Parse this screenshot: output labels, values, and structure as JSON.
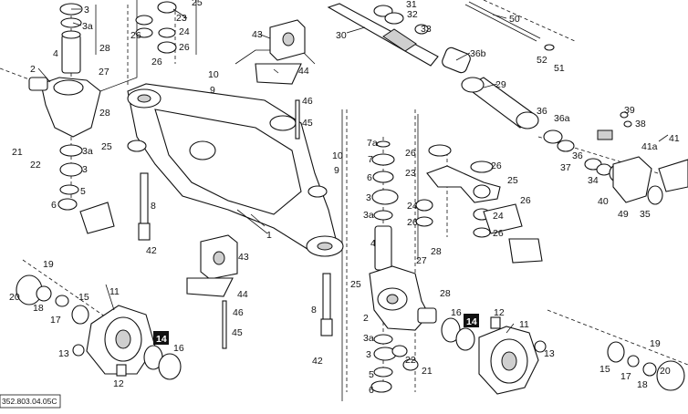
{
  "diagram": {
    "reference_code": "352.803.04.05C",
    "highlight_labels": [
      "14",
      "14"
    ],
    "callouts": [
      {
        "id": "c-3-a",
        "text": "3"
      },
      {
        "id": "c-3a-a",
        "text": "3a"
      },
      {
        "id": "c-4-a",
        "text": "4"
      },
      {
        "id": "c-2-a",
        "text": "2"
      },
      {
        "id": "c-28-a",
        "text": "28"
      },
      {
        "id": "c-27-a",
        "text": "27"
      },
      {
        "id": "c-26-a",
        "text": "26"
      },
      {
        "id": "c-23-a",
        "text": "23"
      },
      {
        "id": "c-24-a",
        "text": "24"
      },
      {
        "id": "c-25-a",
        "text": "25"
      },
      {
        "id": "c-26-b",
        "text": "26"
      },
      {
        "id": "c-26-c",
        "text": "26"
      },
      {
        "id": "c-28-b",
        "text": "28"
      },
      {
        "id": "c-21-a",
        "text": "21"
      },
      {
        "id": "c-22-a",
        "text": "22"
      },
      {
        "id": "c-3a-b",
        "text": "3a"
      },
      {
        "id": "c-25-b",
        "text": "25"
      },
      {
        "id": "c-3-b",
        "text": "3"
      },
      {
        "id": "c-5-a",
        "text": "5"
      },
      {
        "id": "c-6-a",
        "text": "6"
      },
      {
        "id": "c-8-a",
        "text": "8"
      },
      {
        "id": "c-42-a",
        "text": "42"
      },
      {
        "id": "c-43-a",
        "text": "43"
      },
      {
        "id": "c-44-a",
        "text": "44"
      },
      {
        "id": "c-10-a",
        "text": "10"
      },
      {
        "id": "c-9-a",
        "text": "9"
      },
      {
        "id": "c-46-a",
        "text": "46"
      },
      {
        "id": "c-45-a",
        "text": "45"
      },
      {
        "id": "c-30",
        "text": "30"
      },
      {
        "id": "c-31",
        "text": "31"
      },
      {
        "id": "c-32",
        "text": "32"
      },
      {
        "id": "c-33",
        "text": "33"
      },
      {
        "id": "c-50",
        "text": "50"
      },
      {
        "id": "c-36b",
        "text": "36b"
      },
      {
        "id": "c-52",
        "text": "52"
      },
      {
        "id": "c-51",
        "text": "51"
      },
      {
        "id": "c-29",
        "text": "29"
      },
      {
        "id": "c-36-a",
        "text": "36"
      },
      {
        "id": "c-36a",
        "text": "36a"
      },
      {
        "id": "c-39",
        "text": "39"
      },
      {
        "id": "c-38",
        "text": "38"
      },
      {
        "id": "c-41",
        "text": "41"
      },
      {
        "id": "c-41a",
        "text": "41a"
      },
      {
        "id": "c-37",
        "text": "37"
      },
      {
        "id": "c-36-b",
        "text": "36"
      },
      {
        "id": "c-34",
        "text": "34"
      },
      {
        "id": "c-40",
        "text": "40"
      },
      {
        "id": "c-49",
        "text": "49"
      },
      {
        "id": "c-35",
        "text": "35"
      },
      {
        "id": "c-10-b",
        "text": "10"
      },
      {
        "id": "c-9-b",
        "text": "9"
      },
      {
        "id": "c-7a",
        "text": "7a"
      },
      {
        "id": "c-7",
        "text": "7"
      },
      {
        "id": "c-6-b",
        "text": "6"
      },
      {
        "id": "c-3-c",
        "text": "3"
      },
      {
        "id": "c-3a-c",
        "text": "3a"
      },
      {
        "id": "c-4-b",
        "text": "4"
      },
      {
        "id": "c-26-d",
        "text": "26"
      },
      {
        "id": "c-23-b",
        "text": "23"
      },
      {
        "id": "c-26-e",
        "text": "26"
      },
      {
        "id": "c-25-c",
        "text": "25"
      },
      {
        "id": "c-24-b",
        "text": "24"
      },
      {
        "id": "c-26-f",
        "text": "26"
      },
      {
        "id": "c-26-g",
        "text": "26"
      },
      {
        "id": "c-24-c",
        "text": "24"
      },
      {
        "id": "c-26-h",
        "text": "26"
      },
      {
        "id": "c-28-c",
        "text": "28"
      },
      {
        "id": "c-27-b",
        "text": "27"
      },
      {
        "id": "c-25-d",
        "text": "25"
      },
      {
        "id": "c-28-d",
        "text": "28"
      },
      {
        "id": "c-2-b",
        "text": "2"
      },
      {
        "id": "c-16-a",
        "text": "16"
      },
      {
        "id": "c-12-a",
        "text": "12"
      },
      {
        "id": "c-11-a",
        "text": "11"
      },
      {
        "id": "c-3a-d",
        "text": "3a"
      },
      {
        "id": "c-3-d",
        "text": "3"
      },
      {
        "id": "c-5-b",
        "text": "5"
      },
      {
        "id": "c-6-c",
        "text": "6"
      },
      {
        "id": "c-22-b",
        "text": "22"
      },
      {
        "id": "c-21-b",
        "text": "21"
      },
      {
        "id": "c-13-a",
        "text": "13"
      },
      {
        "id": "c-15-a",
        "text": "15"
      },
      {
        "id": "c-17-a",
        "text": "17"
      },
      {
        "id": "c-18-a",
        "text": "18"
      },
      {
        "id": "c-19-a",
        "text": "19"
      },
      {
        "id": "c-20-a",
        "text": "20"
      },
      {
        "id": "c-1",
        "text": "1"
      },
      {
        "id": "c-43-b",
        "text": "43"
      },
      {
        "id": "c-44-b",
        "text": "44"
      },
      {
        "id": "c-46-b",
        "text": "46"
      },
      {
        "id": "c-45-b",
        "text": "45"
      },
      {
        "id": "c-8-b",
        "text": "8"
      },
      {
        "id": "c-42-b",
        "text": "42"
      },
      {
        "id": "c-19-b",
        "text": "19"
      },
      {
        "id": "c-20-b",
        "text": "20"
      },
      {
        "id": "c-18-b",
        "text": "18"
      },
      {
        "id": "c-17-b",
        "text": "17"
      },
      {
        "id": "c-15-b",
        "text": "15"
      },
      {
        "id": "c-11-b",
        "text": "11"
      },
      {
        "id": "c-13-b",
        "text": "13"
      },
      {
        "id": "c-12-b",
        "text": "12"
      },
      {
        "id": "c-16-b",
        "text": "16"
      }
    ]
  }
}
